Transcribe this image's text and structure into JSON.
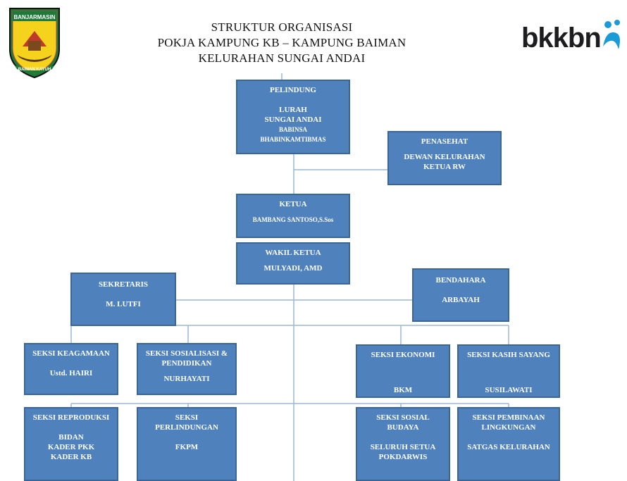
{
  "title": {
    "line1": "STRUKTUR ORGANISASI",
    "line2": "POKJA KAMPUNG KB – KAMPUNG BAIMAN",
    "line3": "KELURAHAN SUNGAI ANDAI"
  },
  "logos": {
    "left_top_text": "BANJARMASIN",
    "left_bottom_text": "BAIMAN KAYUH",
    "right_text": "bkkbn"
  },
  "colors": {
    "box_fill": "#4f81bd",
    "box_border": "#3a6595",
    "connector": "#9bb7d6"
  },
  "nodes": {
    "pelindung": {
      "role": "PELINDUNG",
      "lines": [
        "LURAH",
        "SUNGAI ANDAI"
      ],
      "small_lines": [
        "BABINSA",
        "BHABINKAMTIBMAS"
      ]
    },
    "penasehat": {
      "role": "PENASEHAT",
      "lines": [
        "DEWAN KELURAHAN",
        "KETUA RW"
      ]
    },
    "ketua": {
      "role": "KETUA",
      "name": "BAMBANG SANTOSO,S.Sos"
    },
    "wakil": {
      "role": "WAKIL KETUA",
      "name": "MULYADI, AMD"
    },
    "sekretaris": {
      "role": "SEKRETARIS",
      "name": "M. LUTFI"
    },
    "bendahara": {
      "role": "BENDAHARA",
      "name": "ARBAYAH"
    },
    "keagamaan": {
      "role": "SEKSI KEAGAMAAN",
      "name": "Ustd. HAIRI"
    },
    "sosialisasi": {
      "role_line1": "SEKSI SOSIALISASI &",
      "role_line2": "PENDIDIKAN",
      "name": "NURHAYATI"
    },
    "ekonomi": {
      "role": "SEKSI EKONOMI",
      "name": "BKM"
    },
    "kasih": {
      "role": "SEKSI KASIH SAYANG",
      "name": "SUSILAWATI"
    },
    "reproduksi": {
      "role": "SEKSI REPRODUKSI",
      "lines": [
        "BIDAN",
        "KADER PKK",
        "KADER KB"
      ]
    },
    "perlindungan": {
      "role_line1": "SEKSI",
      "role_line2": "PERLINDUNGAN",
      "name": "FKPM"
    },
    "sosbud": {
      "role_line1": "SEKSI SOSIAL",
      "role_line2": "BUDAYA",
      "lines": [
        "SELURUH SETUA",
        "POKDARWIS"
      ]
    },
    "lingkungan": {
      "role_line1": "SEKSI PEMBINAAN",
      "role_line2": "LINGKUNGAN",
      "name": "SATGAS KELURAHAN"
    }
  }
}
